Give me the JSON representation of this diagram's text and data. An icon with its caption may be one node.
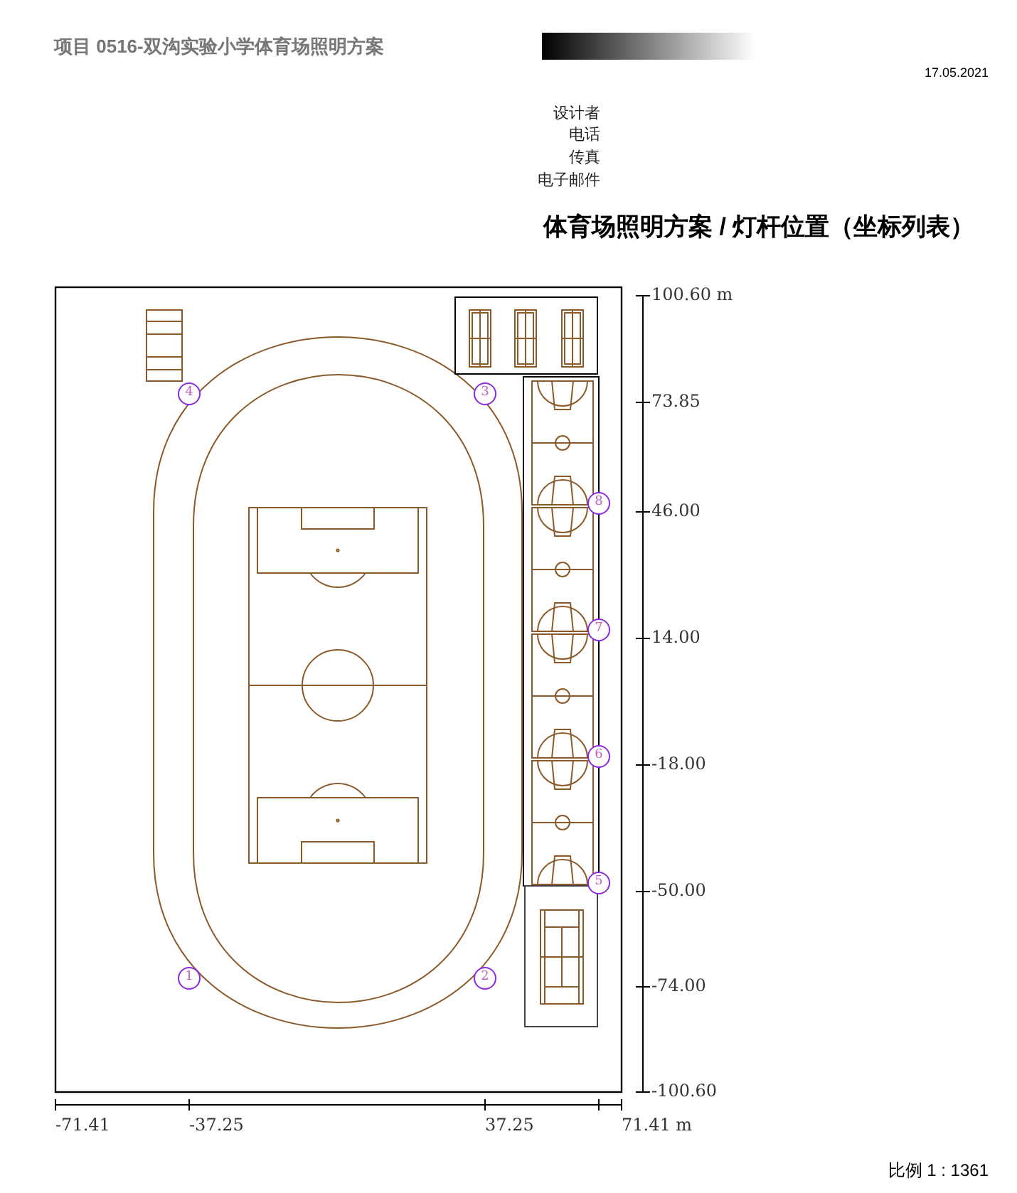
{
  "diagram": {
    "title": "体育场照明方案 / 灯杆位置（坐标列表）",
    "nodes": [
      {
        "text": [
          "4"
        ]
      },
      {
        "text": [
          "3"
        ]
      },
      {
        "text": [
          "8"
        ]
      },
      {
        "text": [
          "7"
        ]
      },
      {
        "text": [
          "6"
        ]
      },
      {
        "text": [
          "5"
        ]
      },
      {
        "text": [
          "1"
        ]
      },
      {
        "text": [
          "2"
        ]
      }
    ],
    "edges": [],
    "labels": [
      "项目 0516-双沟实验小学体育场照明方案",
      "17.05.2021",
      "设计者",
      "电话",
      "传真",
      "电子邮件",
      "100.60 m",
      "73.85",
      "46.00",
      "14.00",
      "-18.00",
      "-50.00",
      "-74.00",
      "-100.60",
      "-71.41",
      "-37.25",
      "37.25",
      "71.41 m",
      "比例 1 : 1361"
    ]
  }
}
